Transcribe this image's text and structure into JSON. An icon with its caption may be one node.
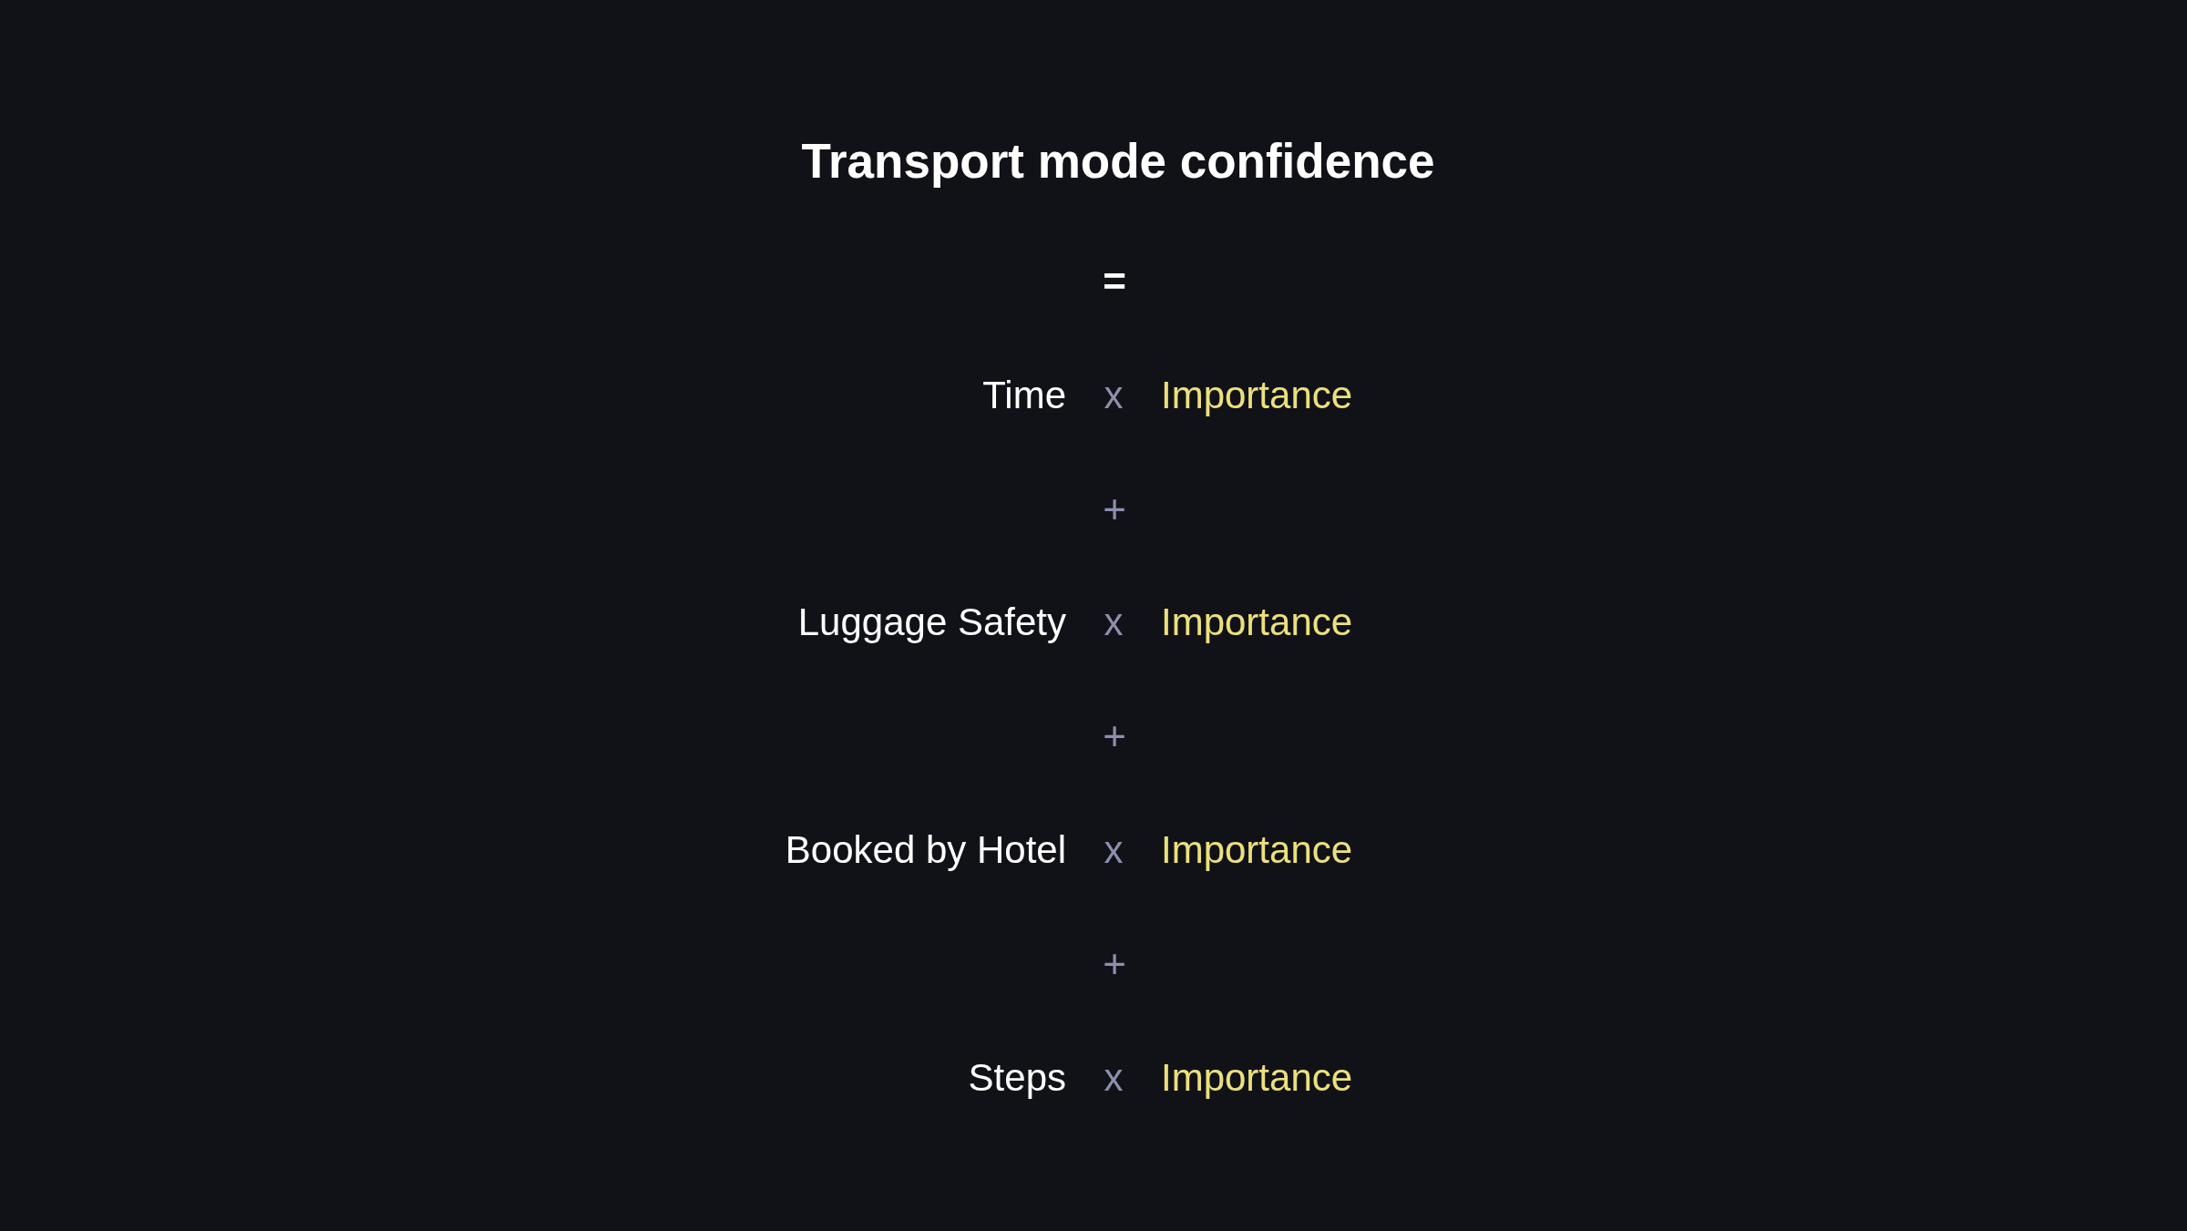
{
  "diagram": {
    "title": "Transport mode confidence",
    "labels": [
      "=",
      "Time",
      "x",
      "Importance",
      "+",
      "Luggage Safety",
      "x",
      "Importance",
      "+",
      "Booked by Hotel",
      "x",
      "Importance",
      "+",
      "Steps",
      "x",
      "Importance"
    ]
  }
}
